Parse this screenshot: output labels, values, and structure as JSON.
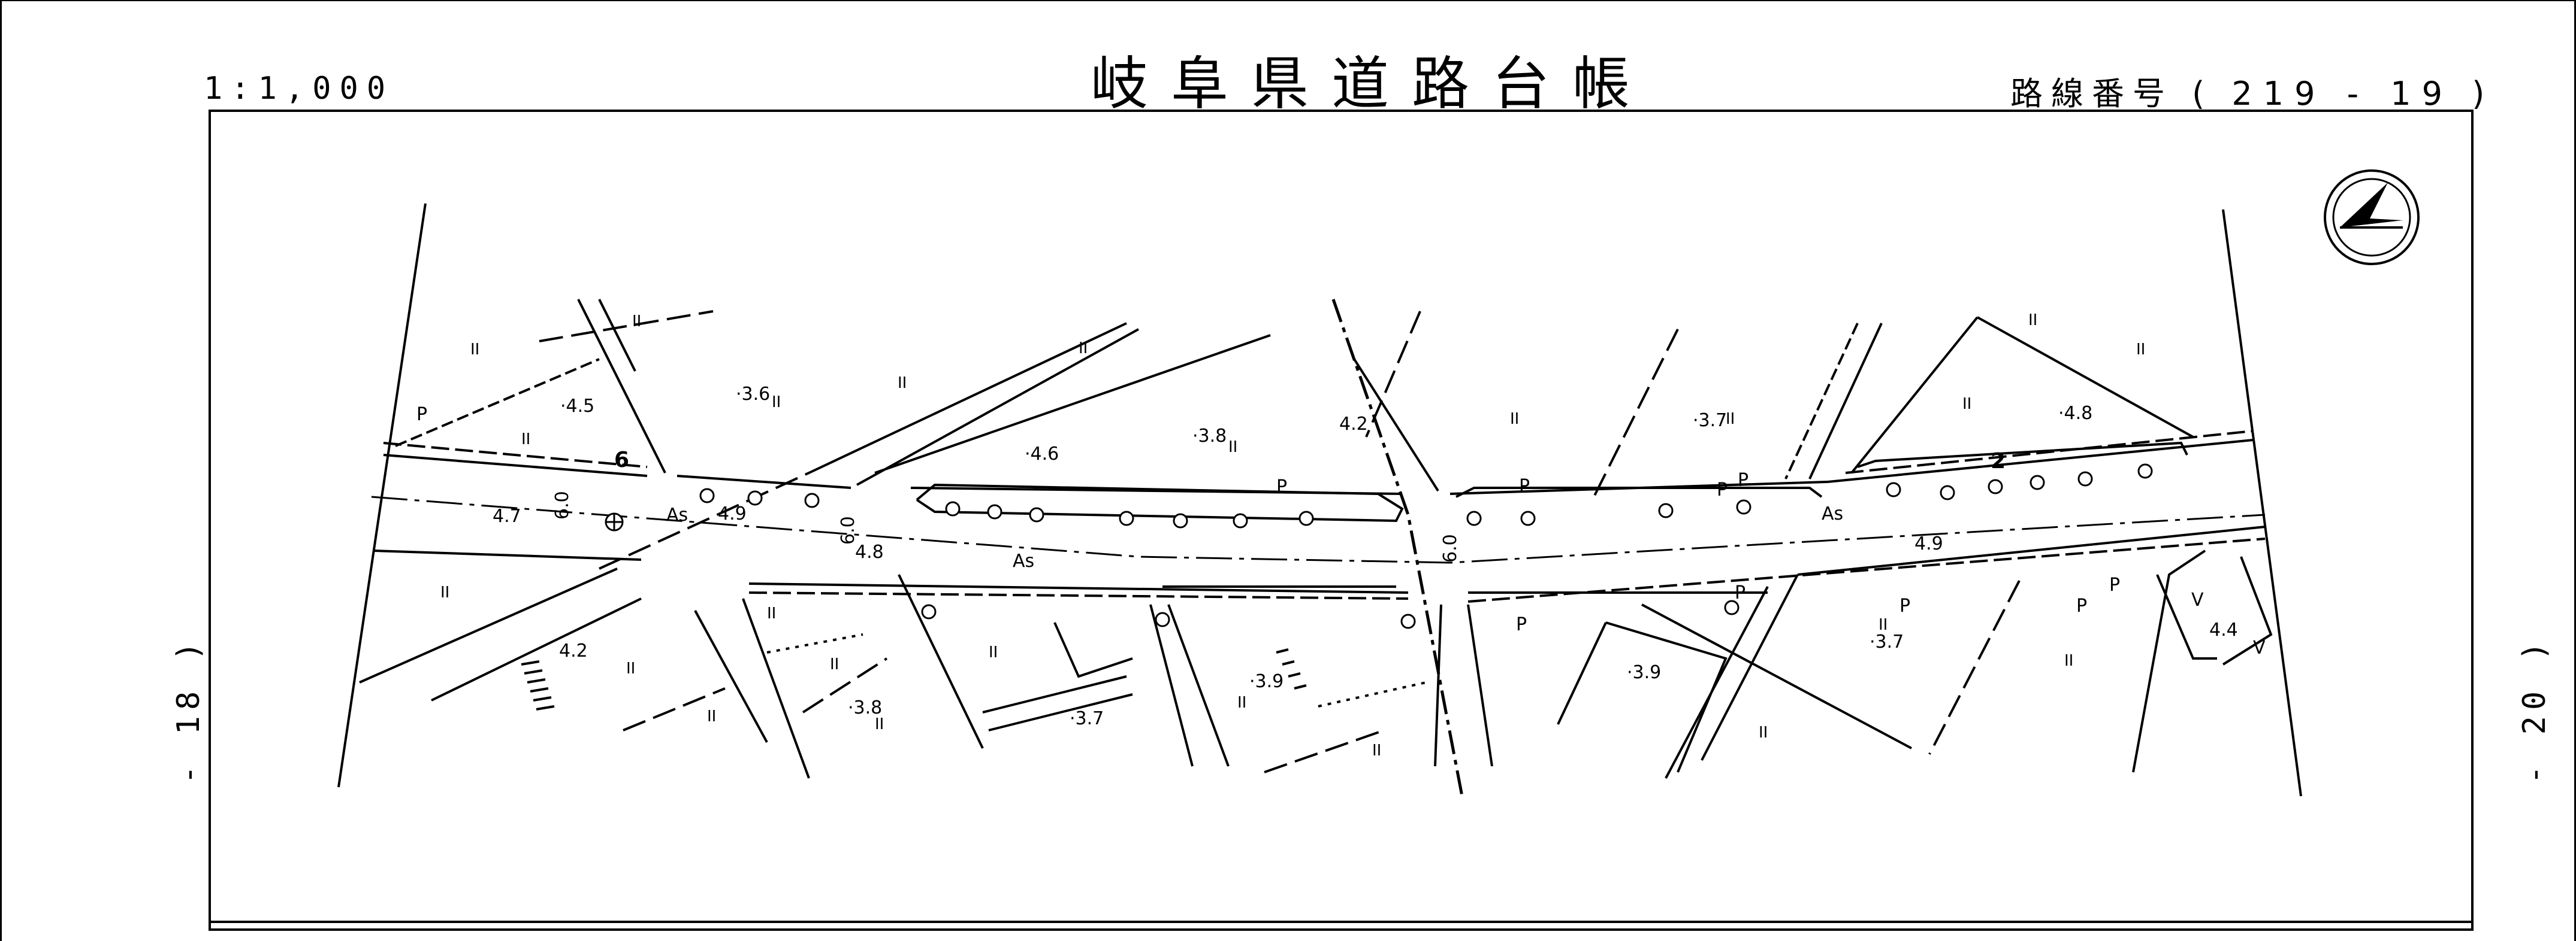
{
  "header": {
    "scale": "1:1,000",
    "title": "岐阜県道路台帳",
    "route_label": "路線番号",
    "route_open": "(",
    "route_number": "219 - 19",
    "route_close": ")"
  },
  "side_labels": {
    "left": "- 18 )",
    "right": "- 20 )"
  },
  "map": {
    "labels": [
      {
        "text": "P",
        "kind": "pavement"
      },
      {
        "text": "·4.5",
        "kind": "elevation"
      },
      {
        "text": "·3.6",
        "kind": "elevation"
      },
      {
        "text": "6",
        "kind": "marker"
      },
      {
        "text": "4.7",
        "kind": "elevation"
      },
      {
        "text": "As",
        "kind": "surface"
      },
      {
        "text": "4.9",
        "kind": "elevation"
      },
      {
        "text": "4.8",
        "kind": "elevation"
      },
      {
        "text": "·4.6",
        "kind": "elevation"
      },
      {
        "text": "·3.8",
        "kind": "elevation"
      },
      {
        "text": "P",
        "kind": "pavement"
      },
      {
        "text": "As",
        "kind": "surface"
      },
      {
        "text": "4.2",
        "kind": "elevation"
      },
      {
        "text": "·3.9",
        "kind": "elevation"
      },
      {
        "text": "·3.8",
        "kind": "elevation"
      },
      {
        "text": "·3.7",
        "kind": "elevation"
      },
      {
        "text": "4.2",
        "kind": "elevation"
      },
      {
        "text": "P",
        "kind": "pavement"
      },
      {
        "text": "·3.7",
        "kind": "elevation"
      },
      {
        "text": "P",
        "kind": "pavement"
      },
      {
        "text": "·3.9",
        "kind": "elevation"
      },
      {
        "text": "P",
        "kind": "pavement"
      },
      {
        "text": "P",
        "kind": "pavement"
      },
      {
        "text": "As",
        "kind": "surface"
      },
      {
        "text": "4.9",
        "kind": "elevation"
      },
      {
        "text": "·4.8",
        "kind": "elevation"
      },
      {
        "text": "2",
        "kind": "marker"
      },
      {
        "text": "P",
        "kind": "pavement"
      },
      {
        "text": "P",
        "kind": "pavement"
      },
      {
        "text": "·3.7",
        "kind": "elevation"
      },
      {
        "text": "V",
        "kind": "symbol"
      },
      {
        "text": "4.4",
        "kind": "elevation"
      },
      {
        "text": "V",
        "kind": "symbol"
      },
      {
        "text": "P",
        "kind": "pavement"
      },
      {
        "text": "P",
        "kind": "pavement"
      },
      {
        "text": "6.0",
        "kind": "width"
      },
      {
        "text": "6.0",
        "kind": "width"
      },
      {
        "text": "6.0",
        "kind": "width"
      }
    ],
    "field_marks": [
      "II",
      "II",
      "II",
      "II",
      "II",
      "II",
      "II",
      "II",
      "II",
      "II",
      "II",
      "II",
      "II",
      "II",
      "II",
      "II",
      "II",
      "II",
      "II",
      "II",
      "II",
      "II",
      "II",
      "II"
    ]
  },
  "north_arrow": {
    "icon": "north-arrow-icon"
  }
}
